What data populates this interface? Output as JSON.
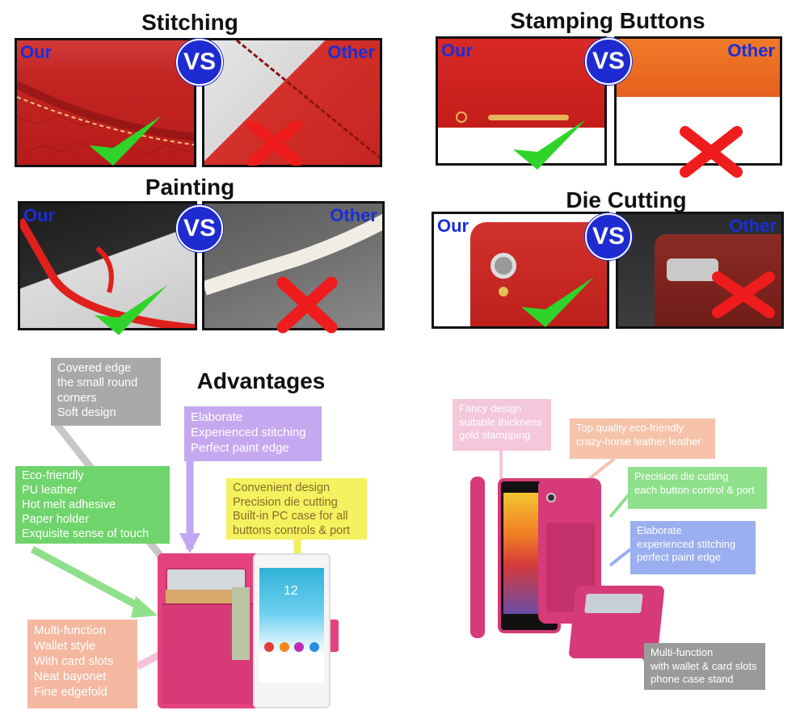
{
  "sections": {
    "stitching": "Stitching",
    "stamping": "Stamping Buttons",
    "painting": "Painting",
    "die_cutting": "Die Cutting"
  },
  "labels": {
    "our": "Our",
    "other": "Other",
    "vs": "VS"
  },
  "advantages_title": "Advantages",
  "notes": {
    "covered": [
      "Covered edge",
      "the small round",
      "corners",
      "Soft design"
    ],
    "elaborate": [
      "Elaborate",
      "Experienced stitching",
      "Perfect paint edge"
    ],
    "eco": [
      "Eco-friendly",
      "PU leather",
      "Hot melt adhesive",
      "Paper holder",
      "Exquisite sense of touch"
    ],
    "convenient": [
      "Convenient design",
      "Precision die cutting",
      "Built-in PC case for all",
      "buttons controls & port"
    ],
    "multifunction": [
      "Multi-function",
      "Wallet style",
      "With card slots",
      "Neat bayonet",
      "Fine edgefold"
    ],
    "fancy": [
      "Fancy design",
      "suitable thickness",
      "gold stampping"
    ],
    "topquality": [
      "Top quality eco-friendly",
      "crazy-horse leather leather"
    ],
    "precision": [
      "Precision die cutting",
      "each button control & port"
    ],
    "elaborate2": [
      "Elaborate",
      "experienced stitching",
      "perfect paint edge"
    ],
    "multi2": [
      "Multi-function",
      "with wallet & card slots",
      "phone case stand"
    ]
  },
  "phone": {
    "time": "12"
  },
  "colors": {
    "check": "#2fd42a",
    "cross": "#ee1c1c",
    "vs": "#1e2bd1",
    "tag": "#1a2fd6",
    "note_grey": "#a9a9a9",
    "note_purple": "#c6a8f0",
    "note_green": "#6fd46b",
    "note_yellow": "#f4f25f",
    "note_salmon": "#f4b8a0",
    "note_pink": "#f4c7da",
    "note_orange": "#f6c3aa",
    "note_green2": "#8fe08b",
    "note_blue": "#9aaef0",
    "note_grey2": "#9a9a9a",
    "case_pink": "#e23f7e"
  },
  "icons": [
    "check-icon",
    "cross-icon",
    "vs-badge"
  ]
}
